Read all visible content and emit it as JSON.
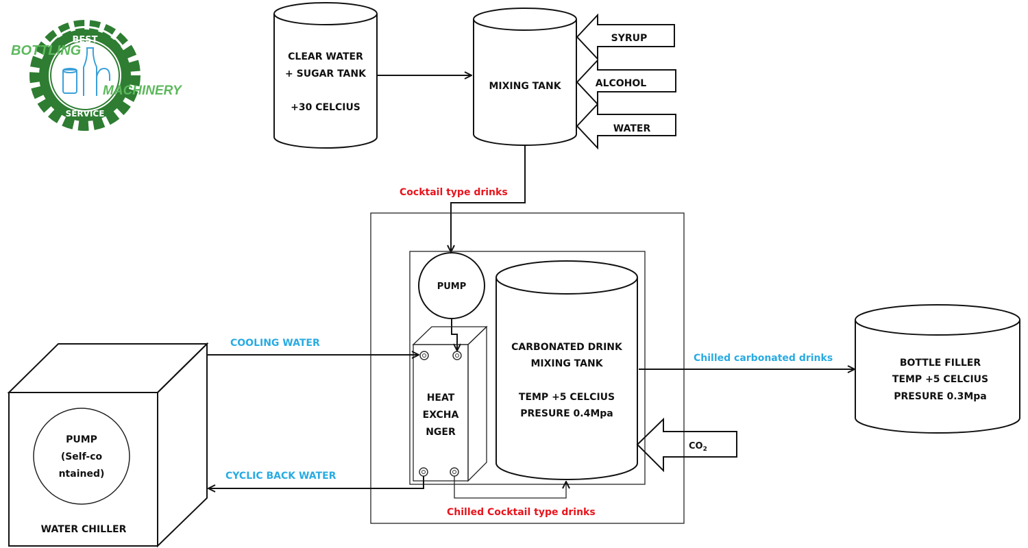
{
  "logo": {
    "ring_top": "BEST",
    "ring_bottom": "SERVICE",
    "word_left": "BOTTLING",
    "word_right": "MACHINERY",
    "colors": {
      "ring": "#2e7d32",
      "text": "#5cb85c",
      "bottle": "#3aa0d8"
    }
  },
  "nodes": {
    "sugar_tank": {
      "line1": "CLEAR WATER",
      "line2": "+ SUGAR TANK",
      "line3": "+30 CELCIUS",
      "color": "#ffffff"
    },
    "mixing_tank": {
      "label": "MIXING TANK",
      "color": "#eea3cb"
    },
    "inputs": [
      {
        "label": "SYRUP"
      },
      {
        "label": "ALCOHOL"
      },
      {
        "label": "WATER"
      }
    ],
    "pump": {
      "label": "PUMP"
    },
    "heat_exchanger": {
      "line1": "HEAT",
      "line2": "EXCHA",
      "line3": "NGER"
    },
    "carbonated_tank": {
      "line1": "CARBONATED DRINK",
      "line2": "MIXING TANK",
      "line3": "TEMP +5 CELCIUS",
      "line4": "PRESURE 0.4Mpa",
      "color": "#00b0f0"
    },
    "co2": {
      "label": "CO",
      "subscript": "2"
    },
    "bottle_filler": {
      "line1": "BOTTLE FILLER",
      "line2": "TEMP +5 CELCIUS",
      "line3": "PRESURE 0.3Mpa",
      "color": "#ffff00"
    },
    "water_chiller": {
      "pump_line1": "PUMP",
      "pump_line2": "(Self-co",
      "pump_line3": "ntained)",
      "label": "WATER CHILLER"
    }
  },
  "flows": {
    "cocktail": "Cocktail type drinks",
    "chilled_cocktail": "Chilled Cocktail type drinks",
    "cooling_water": "COOLING WATER",
    "cyclic_back_water": "CYCLIC BACK WATER",
    "chilled_carbonated": "Chilled carbonated drinks"
  },
  "colors": {
    "flow_red": "#e8141c",
    "flow_blue": "#29abe2",
    "shade_gray": "#cccccc"
  }
}
